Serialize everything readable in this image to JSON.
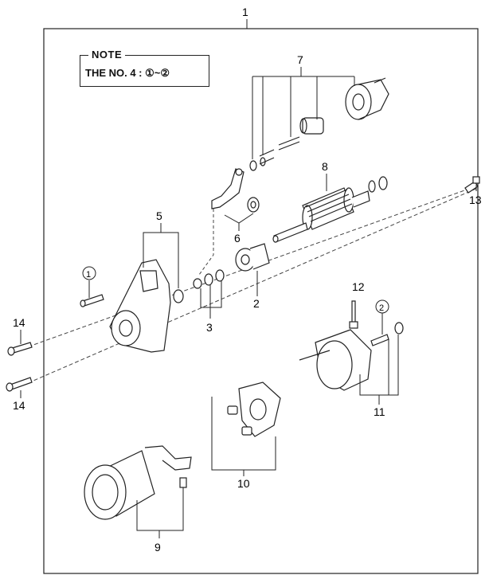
{
  "diagram": {
    "assembly_number": "1",
    "note": {
      "title": "NOTE",
      "text": "THE NO. 4 : ①~②"
    },
    "callouts": [
      {
        "id": "c2",
        "label": "2"
      },
      {
        "id": "c3",
        "label": "3"
      },
      {
        "id": "c5",
        "label": "5"
      },
      {
        "id": "c6",
        "label": "6"
      },
      {
        "id": "c7",
        "label": "7"
      },
      {
        "id": "c8",
        "label": "8"
      },
      {
        "id": "c9",
        "label": "9"
      },
      {
        "id": "c10",
        "label": "10"
      },
      {
        "id": "c11",
        "label": "11"
      },
      {
        "id": "c12",
        "label": "12"
      },
      {
        "id": "c13",
        "label": "13"
      },
      {
        "id": "c14a",
        "label": "14"
      },
      {
        "id": "c14b",
        "label": "14"
      }
    ],
    "circled_callouts": [
      {
        "id": "cc1",
        "label": "1"
      },
      {
        "id": "cc2",
        "label": "2"
      }
    ]
  }
}
